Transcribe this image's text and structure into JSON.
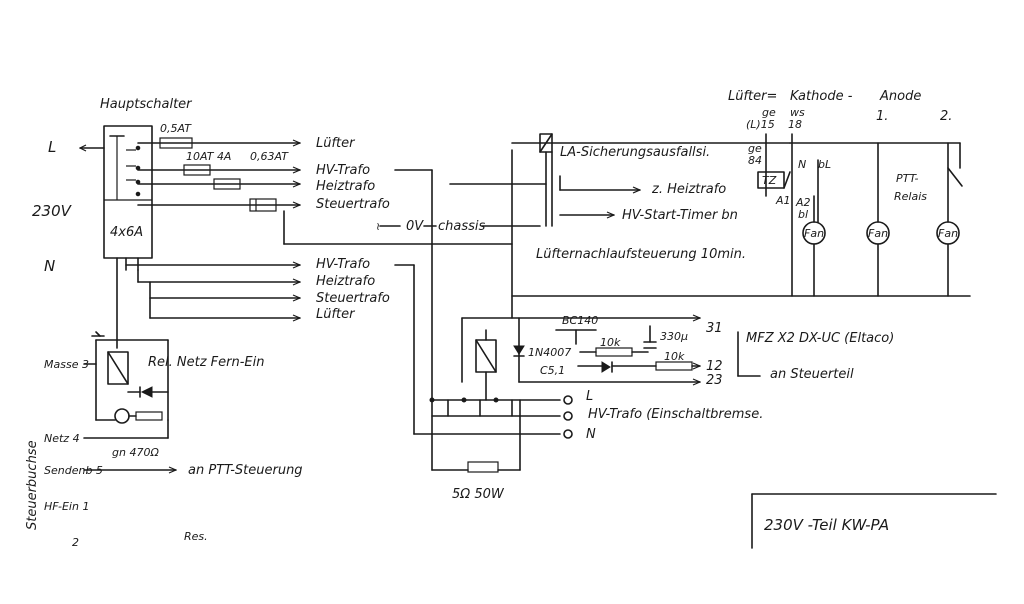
{
  "labels": {
    "hauptschalter": "Hauptschalter",
    "line_L": "L",
    "line_N": "N",
    "voltage": "230V",
    "switch_rating": "4x6A",
    "fuse_1": "0,5AT",
    "fuse_2": "10AT 4A",
    "fuse_3": "0,63AT",
    "l_luefter": "Lüfter",
    "l_hv_trafo": "HV-Trafo",
    "l_heiztrafo": "Heiztrafo",
    "l_steuertrafo": "Steuertrafo",
    "ov": "0V",
    "chassis": "chassis",
    "n_hv_trafo": "HV-Trafo",
    "n_heiztrafo": "Heiztrafo",
    "n_steuertrafo": "Steuertrafo",
    "n_luefter": "Lüfter",
    "la_sicherung": "LA-Sicherungsausfallsi.",
    "z_heiztrafo": "z. Heiztrafo",
    "hv_start_timer": "HV-Start-Timer bn",
    "nachlauf": "Lüfternachlaufsteuerung 10min.",
    "top_luefter": "Lüfter=",
    "kathode": "Kathode -",
    "anode": "Anode",
    "anode_1": "1.",
    "anode_2": "2.",
    "ge_top": "ge",
    "ws_top": "ws",
    "pin_l15": "(L)15",
    "pin_18": "18",
    "ge_84_a": "ge",
    "ge_84_b": "84",
    "n_mark": "N",
    "bl_mark": "bL",
    "tz": "TZ",
    "a1": "A1",
    "a2": "A2",
    "bl_2": "bl",
    "fan_1": "Fan",
    "fan_2": "Fan",
    "fan_3": "Fan",
    "ptt_relais_1": "PTT-",
    "ptt_relais_2": "Relais",
    "bc140": "BC140",
    "d_1n4007": "1N4007",
    "r_10k_1": "10k",
    "c_330": "330µ",
    "r_10k_2": "10k",
    "c51": "C5,1",
    "pin_31": "31",
    "pin_12": "12",
    "pin_23": "23",
    "mfz": "MFZ X2 DX-UC (Eltaco)",
    "an_steuerteil": "an Steuerteil",
    "out_L": "L",
    "out_N": "N",
    "hv_einschalt": "HV-Trafo (Einschaltbremse.",
    "r_5ohm": "5Ω 50W",
    "rel_netz": "Rel. Netz Fern-Ein",
    "masse3": "Masse 3",
    "netz4": "Netz 4",
    "r_470": "gn 470Ω",
    "sendenb": "Sendenb 5",
    "an_ptt": "an PTT-Steuerung",
    "hf_ein": "HF-Ein 1",
    "pin_2": "2",
    "res": "Res.",
    "steuerbuchse": "Steuerbuchse",
    "title_block": "230V -Teil  KW-PA"
  }
}
